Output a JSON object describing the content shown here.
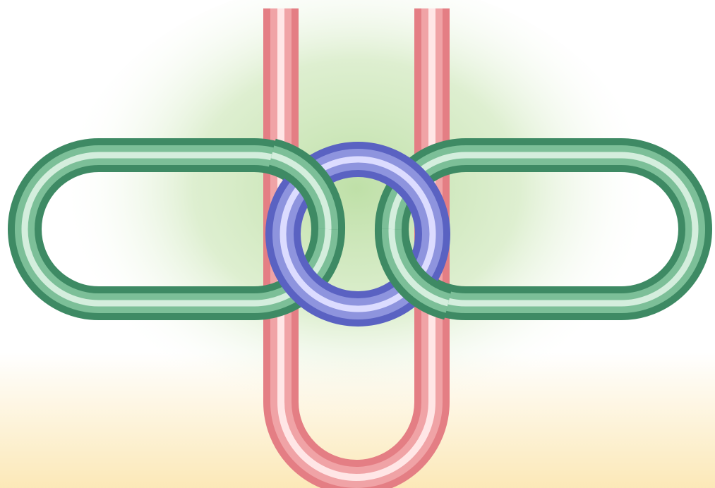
{
  "diagram": {
    "kind": "interlocked-links",
    "background": {
      "glow_color": "#bfe0a8",
      "base_color": "#ffffff",
      "bottom_band_color": "#fbe6b0"
    },
    "components": [
      {
        "name": "pink-u-tube",
        "shape": "u-loop",
        "color": "#e8858a",
        "highlight": "#ffe6e6"
      },
      {
        "name": "left-green-link",
        "shape": "stadium-ring",
        "color": "#3e8a64",
        "highlight": "#d4eedd"
      },
      {
        "name": "right-green-link",
        "shape": "stadium-ring",
        "color": "#3e8a64",
        "highlight": "#d4eedd"
      },
      {
        "name": "blue-ring",
        "shape": "torus",
        "color": "#5a62c2",
        "highlight": "#dcdcff"
      }
    ]
  }
}
